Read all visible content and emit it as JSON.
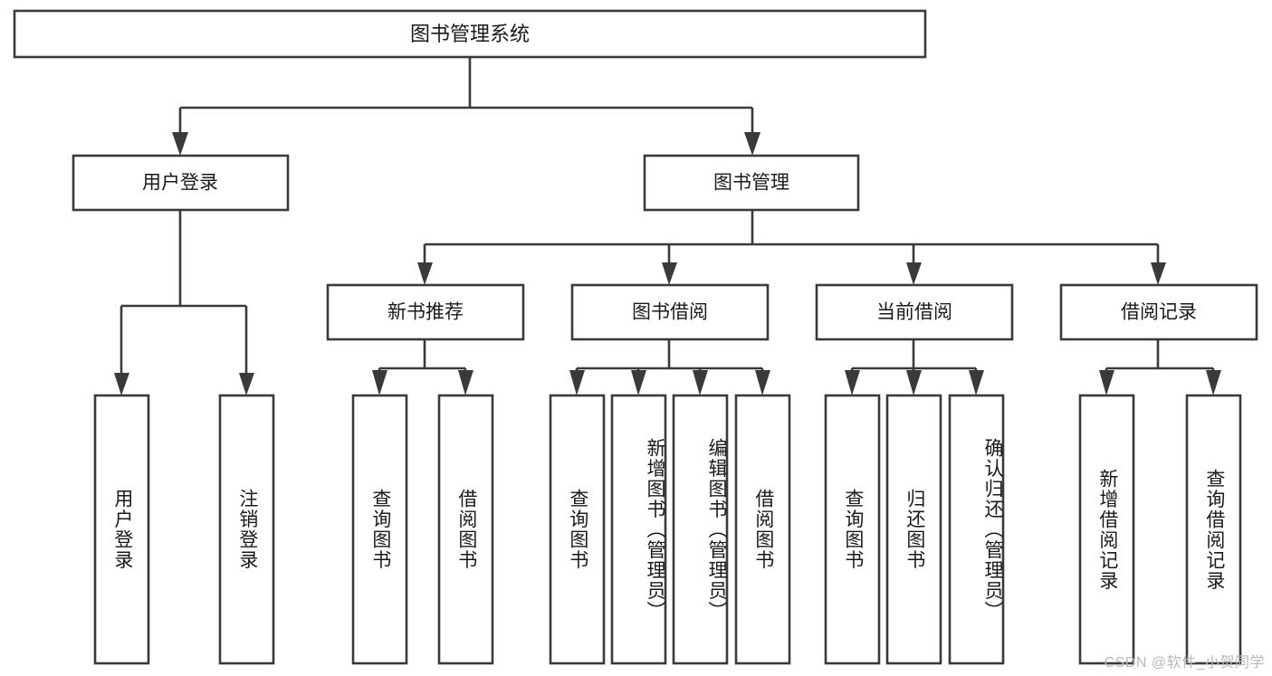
{
  "diagram": {
    "type": "hierarchy-tree",
    "title_node": {
      "id": "root",
      "label": "图书管理系统"
    },
    "level2": [
      {
        "id": "user-login",
        "label": "用户登录"
      },
      {
        "id": "book-mgmt",
        "label": "图书管理"
      }
    ],
    "level3": [
      {
        "id": "new-book-rec",
        "label": "新书推荐",
        "parent": "book-mgmt"
      },
      {
        "id": "book-borrow",
        "label": "图书借阅",
        "parent": "book-mgmt"
      },
      {
        "id": "current-borrow",
        "label": "当前借阅",
        "parent": "book-mgmt"
      },
      {
        "id": "borrow-record",
        "label": "借阅记录",
        "parent": "book-mgmt"
      }
    ],
    "leaves": [
      {
        "id": "leaf-1",
        "label": "用户登录",
        "parent": "user-login"
      },
      {
        "id": "leaf-2",
        "label": "注销登录",
        "parent": "user-login"
      },
      {
        "id": "leaf-3",
        "label": "查询图书",
        "parent": "new-book-rec"
      },
      {
        "id": "leaf-4",
        "label": "借阅图书",
        "parent": "new-book-rec"
      },
      {
        "id": "leaf-5",
        "label": "查询图书",
        "parent": "book-borrow"
      },
      {
        "id": "leaf-6",
        "label": "新增图书（管理员）",
        "parent": "book-borrow"
      },
      {
        "id": "leaf-7",
        "label": "编辑图书（管理员）",
        "parent": "book-borrow"
      },
      {
        "id": "leaf-8",
        "label": "借阅图书",
        "parent": "book-borrow"
      },
      {
        "id": "leaf-9",
        "label": "查询图书",
        "parent": "current-borrow"
      },
      {
        "id": "leaf-10",
        "label": "归还图书",
        "parent": "current-borrow"
      },
      {
        "id": "leaf-11",
        "label": "确认归还（管理员）",
        "parent": "current-borrow"
      },
      {
        "id": "leaf-12",
        "label": "新增借阅记录",
        "parent": "borrow-record"
      },
      {
        "id": "leaf-13",
        "label": "查询借阅记录",
        "parent": "borrow-record"
      }
    ]
  },
  "watermark": {
    "text": "CSDN @软件_小贺同学"
  },
  "colors": {
    "stroke": "#3a3a3a",
    "fill": "#ffffff",
    "text": "#1a1a1a",
    "watermark": "#b9b9b9"
  }
}
